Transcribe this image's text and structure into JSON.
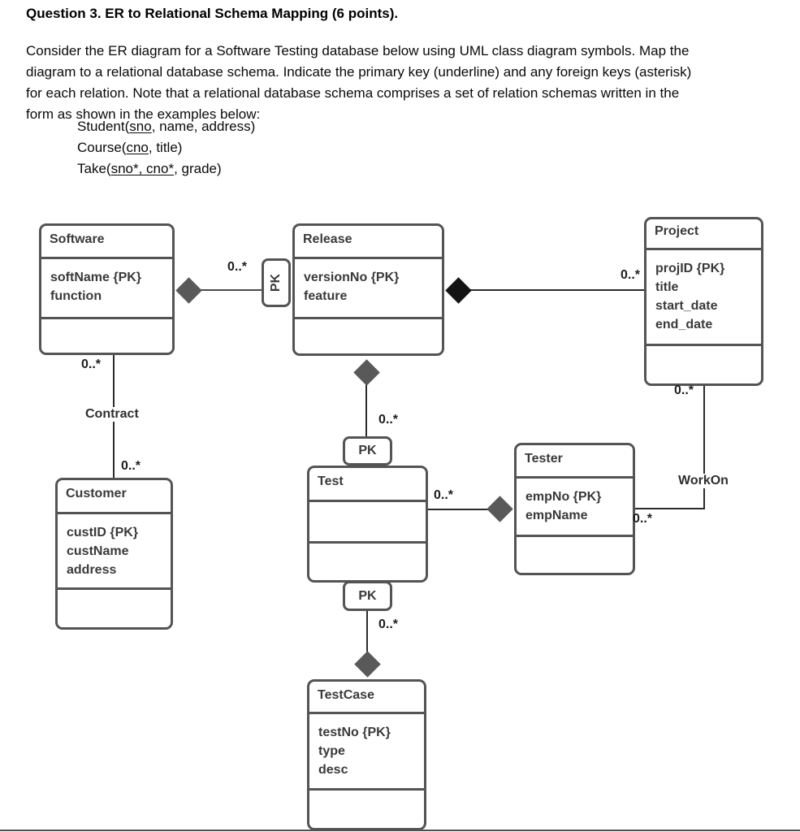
{
  "question": {
    "title": "Question 3. ER to Relational Schema Mapping (6 points).",
    "body_lines": [
      "Consider the ER diagram for a Software Testing database below using UML class diagram symbols. Map the",
      "diagram to a relational database schema. Indicate the primary key (underline) and any foreign keys (asterisk)",
      "for each relation. Note that a relational database schema comprises a set of relation schemas written in the",
      "form as shown in the examples below:"
    ],
    "examples": [
      {
        "pre": "Student(",
        "underlined": "sno",
        "post": ", name, address)"
      },
      {
        "pre": "Course(",
        "underlined": "cno",
        "post": ", title)"
      },
      {
        "pre": "Take(",
        "underlined": "sno*, cno*",
        "post": ", grade)"
      }
    ]
  },
  "diagram": {
    "multiplicity_label": "0..*",
    "pk_port_label": "PK",
    "relationships": {
      "contract": "Contract",
      "workon": "WorkOn"
    },
    "entities": [
      {
        "name": "Software",
        "attributes": [
          "softName {PK}",
          "function"
        ]
      },
      {
        "name": "Release",
        "attributes": [
          "versionNo {PK}",
          "feature"
        ]
      },
      {
        "name": "Project",
        "attributes": [
          "projID {PK}",
          "title",
          "start_date",
          "end_date"
        ]
      },
      {
        "name": "Customer",
        "attributes": [
          "custID {PK}",
          "custName",
          "address"
        ]
      },
      {
        "name": "Test",
        "attributes": []
      },
      {
        "name": "Tester",
        "attributes": [
          "empNo {PK}",
          "empName"
        ]
      },
      {
        "name": "TestCase",
        "attributes": [
          "testNo {PK}",
          "type",
          "desc"
        ]
      }
    ],
    "colors": {
      "box_border": "#545454",
      "diamond_gray": "#595959",
      "diamond_black": "#141414",
      "entity_text": "#3a3a3a",
      "line": "#2b2b2b"
    }
  }
}
